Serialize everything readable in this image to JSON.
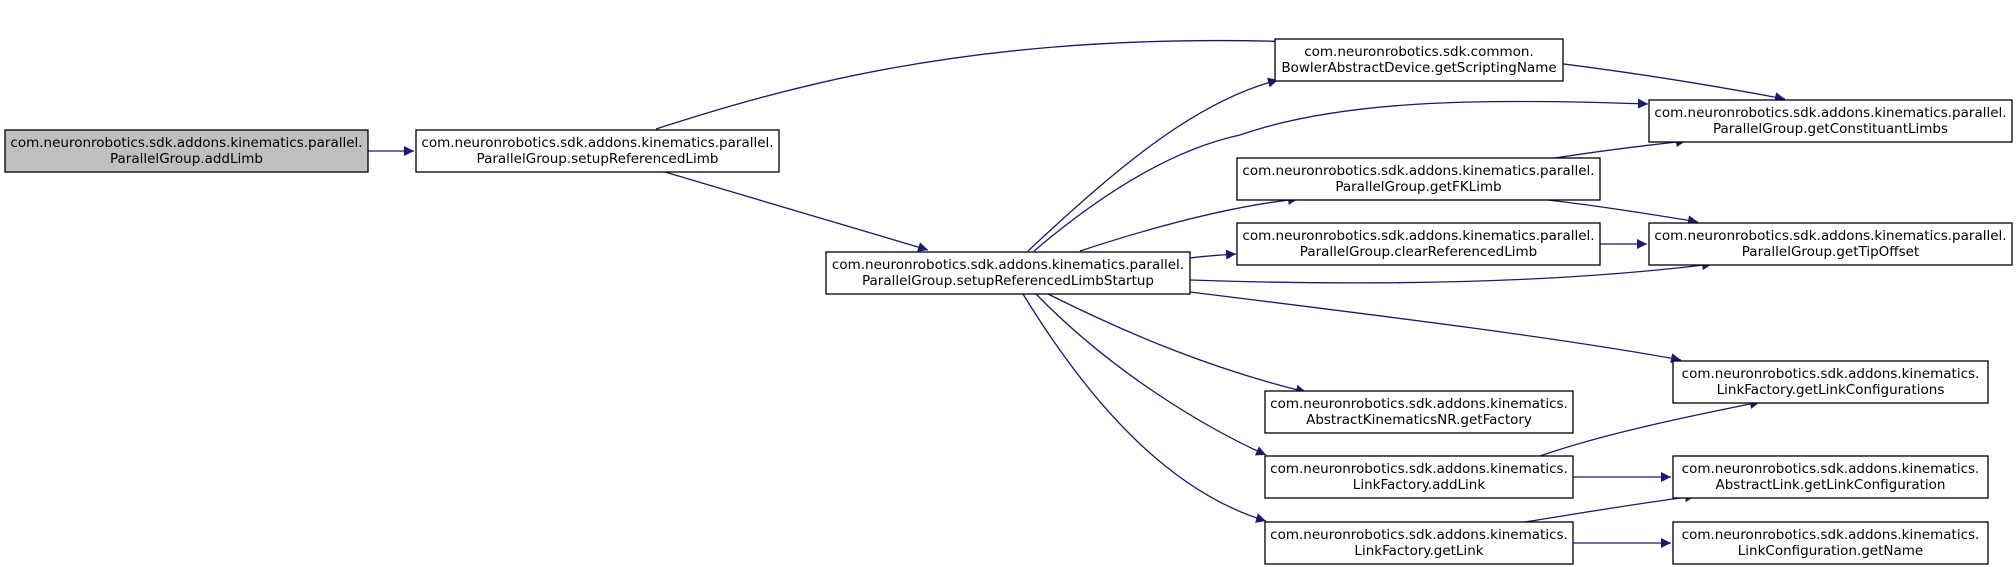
{
  "diagram": {
    "colors": {
      "edge": "#191970",
      "root_fill": "#bfbfbf",
      "node_fill": "#ffffff",
      "node_border": "#000000"
    },
    "nodes": [
      {
        "id": "addLimb",
        "line1": "com.neuronrobotics.sdk.addons.kinematics.parallel.",
        "line2": "ParallelGroup.addLimb",
        "root": true
      },
      {
        "id": "setupReferencedLimb",
        "line1": "com.neuronrobotics.sdk.addons.kinematics.parallel.",
        "line2": "ParallelGroup.setupReferencedLimb"
      },
      {
        "id": "setupReferencedLimbStartup",
        "line1": "com.neuronrobotics.sdk.addons.kinematics.parallel.",
        "line2": "ParallelGroup.setupReferencedLimbStartup"
      },
      {
        "id": "getScriptingName",
        "line1": "com.neuronrobotics.sdk.common.",
        "line2": "BowlerAbstractDevice.getScriptingName"
      },
      {
        "id": "getFKLimb",
        "line1": "com.neuronrobotics.sdk.addons.kinematics.parallel.",
        "line2": "ParallelGroup.getFKLimb"
      },
      {
        "id": "clearReferencedLimb",
        "line1": "com.neuronrobotics.sdk.addons.kinematics.parallel.",
        "line2": "ParallelGroup.clearReferencedLimb"
      },
      {
        "id": "getFactory",
        "line1": "com.neuronrobotics.sdk.addons.kinematics.",
        "line2": "AbstractKinematicsNR.getFactory"
      },
      {
        "id": "addLink",
        "line1": "com.neuronrobotics.sdk.addons.kinematics.",
        "line2": "LinkFactory.addLink"
      },
      {
        "id": "getLink",
        "line1": "com.neuronrobotics.sdk.addons.kinematics.",
        "line2": "LinkFactory.getLink"
      },
      {
        "id": "getConstituantLimbs",
        "line1": "com.neuronrobotics.sdk.addons.kinematics.parallel.",
        "line2": "ParallelGroup.getConstituantLimbs"
      },
      {
        "id": "getTipOffset",
        "line1": "com.neuronrobotics.sdk.addons.kinematics.parallel.",
        "line2": "ParallelGroup.getTipOffset"
      },
      {
        "id": "getLinkConfigurations",
        "line1": "com.neuronrobotics.sdk.addons.kinematics.",
        "line2": "LinkFactory.getLinkConfigurations"
      },
      {
        "id": "getLinkConfiguration",
        "line1": "com.neuronrobotics.sdk.addons.kinematics.",
        "line2": "AbstractLink.getLinkConfiguration"
      },
      {
        "id": "getName",
        "line1": "com.neuronrobotics.sdk.addons.kinematics.",
        "line2": "LinkConfiguration.getName"
      }
    ],
    "edges": [
      {
        "from": "addLimb",
        "to": "setupReferencedLimb"
      },
      {
        "from": "setupReferencedLimb",
        "to": "getConstituantLimbs"
      },
      {
        "from": "setupReferencedLimb",
        "to": "setupReferencedLimbStartup"
      },
      {
        "from": "setupReferencedLimbStartup",
        "to": "getScriptingName"
      },
      {
        "from": "setupReferencedLimbStartup",
        "to": "getConstituantLimbs"
      },
      {
        "from": "setupReferencedLimbStartup",
        "to": "getFKLimb"
      },
      {
        "from": "setupReferencedLimbStartup",
        "to": "clearReferencedLimb"
      },
      {
        "from": "setupReferencedLimbStartup",
        "to": "getTipOffset"
      },
      {
        "from": "setupReferencedLimbStartup",
        "to": "getLinkConfigurations"
      },
      {
        "from": "setupReferencedLimbStartup",
        "to": "getFactory"
      },
      {
        "from": "setupReferencedLimbStartup",
        "to": "addLink"
      },
      {
        "from": "setupReferencedLimbStartup",
        "to": "getLink"
      },
      {
        "from": "getFKLimb",
        "to": "getConstituantLimbs"
      },
      {
        "from": "getFKLimb",
        "to": "getTipOffset"
      },
      {
        "from": "clearReferencedLimb",
        "to": "getTipOffset"
      },
      {
        "from": "addLink",
        "to": "getLinkConfigurations"
      },
      {
        "from": "addLink",
        "to": "getLinkConfiguration"
      },
      {
        "from": "getLink",
        "to": "getLinkConfiguration"
      },
      {
        "from": "getLink",
        "to": "getName"
      }
    ]
  }
}
